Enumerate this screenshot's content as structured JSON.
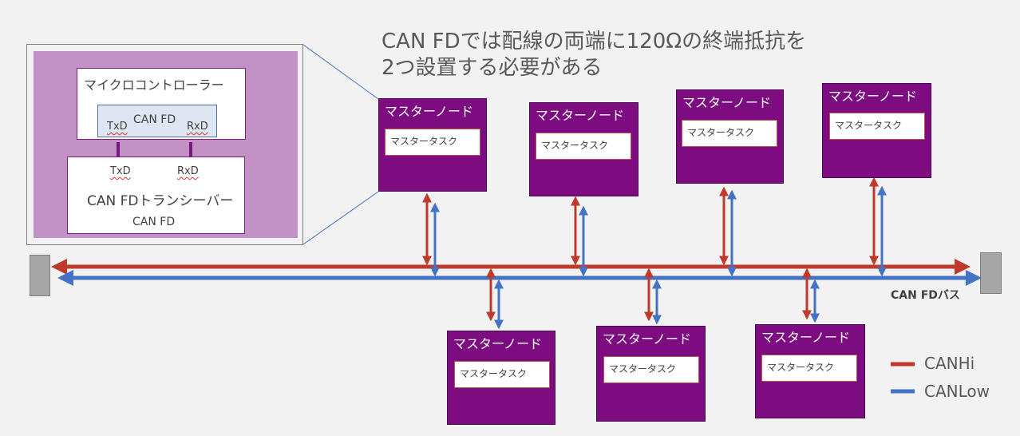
{
  "headline": {
    "line1": "CAN FDでは配線の両端に120Ωの終端抵抗を",
    "line2": "2つ設置する必要がある"
  },
  "inset": {
    "mcu_label": "マイクロコントローラー",
    "controller_label": "CAN FD",
    "controller_txd": "TxD",
    "controller_rxd": "RxD",
    "transceiver_txd": "TxD",
    "transceiver_rxd": "RxD",
    "transceiver_label": "CAN FDトランシーバー",
    "transceiver_bus_label": "CAN FD"
  },
  "nodes_top": [
    {
      "title": "マスターノード",
      "task": "マスタータスク"
    },
    {
      "title": "マスターノード",
      "task": "マスタータスク"
    },
    {
      "title": "マスターノード",
      "task": "マスタータスク"
    },
    {
      "title": "マスターノード",
      "task": "マスタータスク"
    }
  ],
  "nodes_bottom": [
    {
      "title": "マスターノード",
      "task": "マスタータスク"
    },
    {
      "title": "マスターノード",
      "task": "マスタータスク"
    },
    {
      "title": "マスターノード",
      "task": "マスタータスク"
    }
  ],
  "bus_label": "CAN FDバス",
  "legend": [
    {
      "label": "CANHi",
      "color": "#c0392b"
    },
    {
      "label": "CANLow",
      "color": "#4472c4"
    }
  ],
  "colors": {
    "canhi": "#c0392b",
    "canlow": "#4472c4",
    "node_fill": "#7c0c80",
    "inset_fill": "#c291c5"
  }
}
